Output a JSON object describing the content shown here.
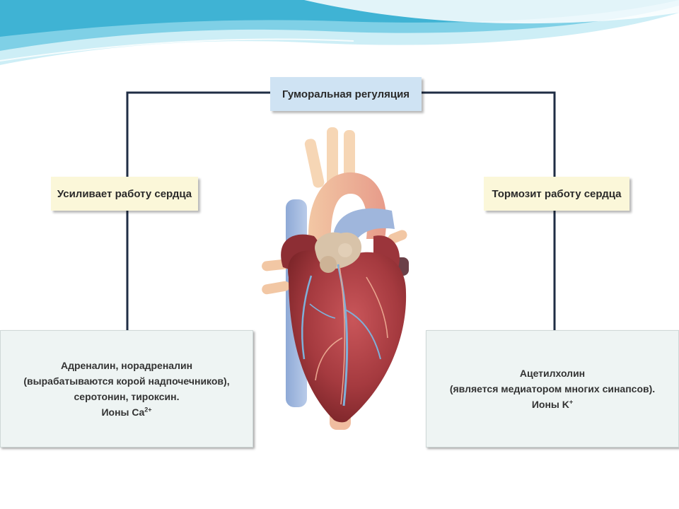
{
  "title": "Гуморальная регуляция",
  "left": {
    "label": "Усиливает работу сердца",
    "lines": [
      "Адреналин, норадреналин",
      "(вырабатываются корой надпочечников),",
      "серотонин, тироксин."
    ],
    "ions_prefix": "Ионы Ca",
    "ions_sup": "2+"
  },
  "right": {
    "label": "Тормозит работу сердца",
    "lines": [
      "Ацетилхолин",
      "(является медиатором многих синапсов)."
    ],
    "ions_prefix": "Ионы K",
    "ions_sup": "+"
  },
  "colors": {
    "connector": "#1f2d44",
    "wave_light": "#cdeef6",
    "wave_mid": "#7fd0e6",
    "wave_dark": "#3fb3d4",
    "title_box": "#cfe3f3",
    "label_box": "#fbf7d9",
    "info_box": "#eef4f3"
  }
}
